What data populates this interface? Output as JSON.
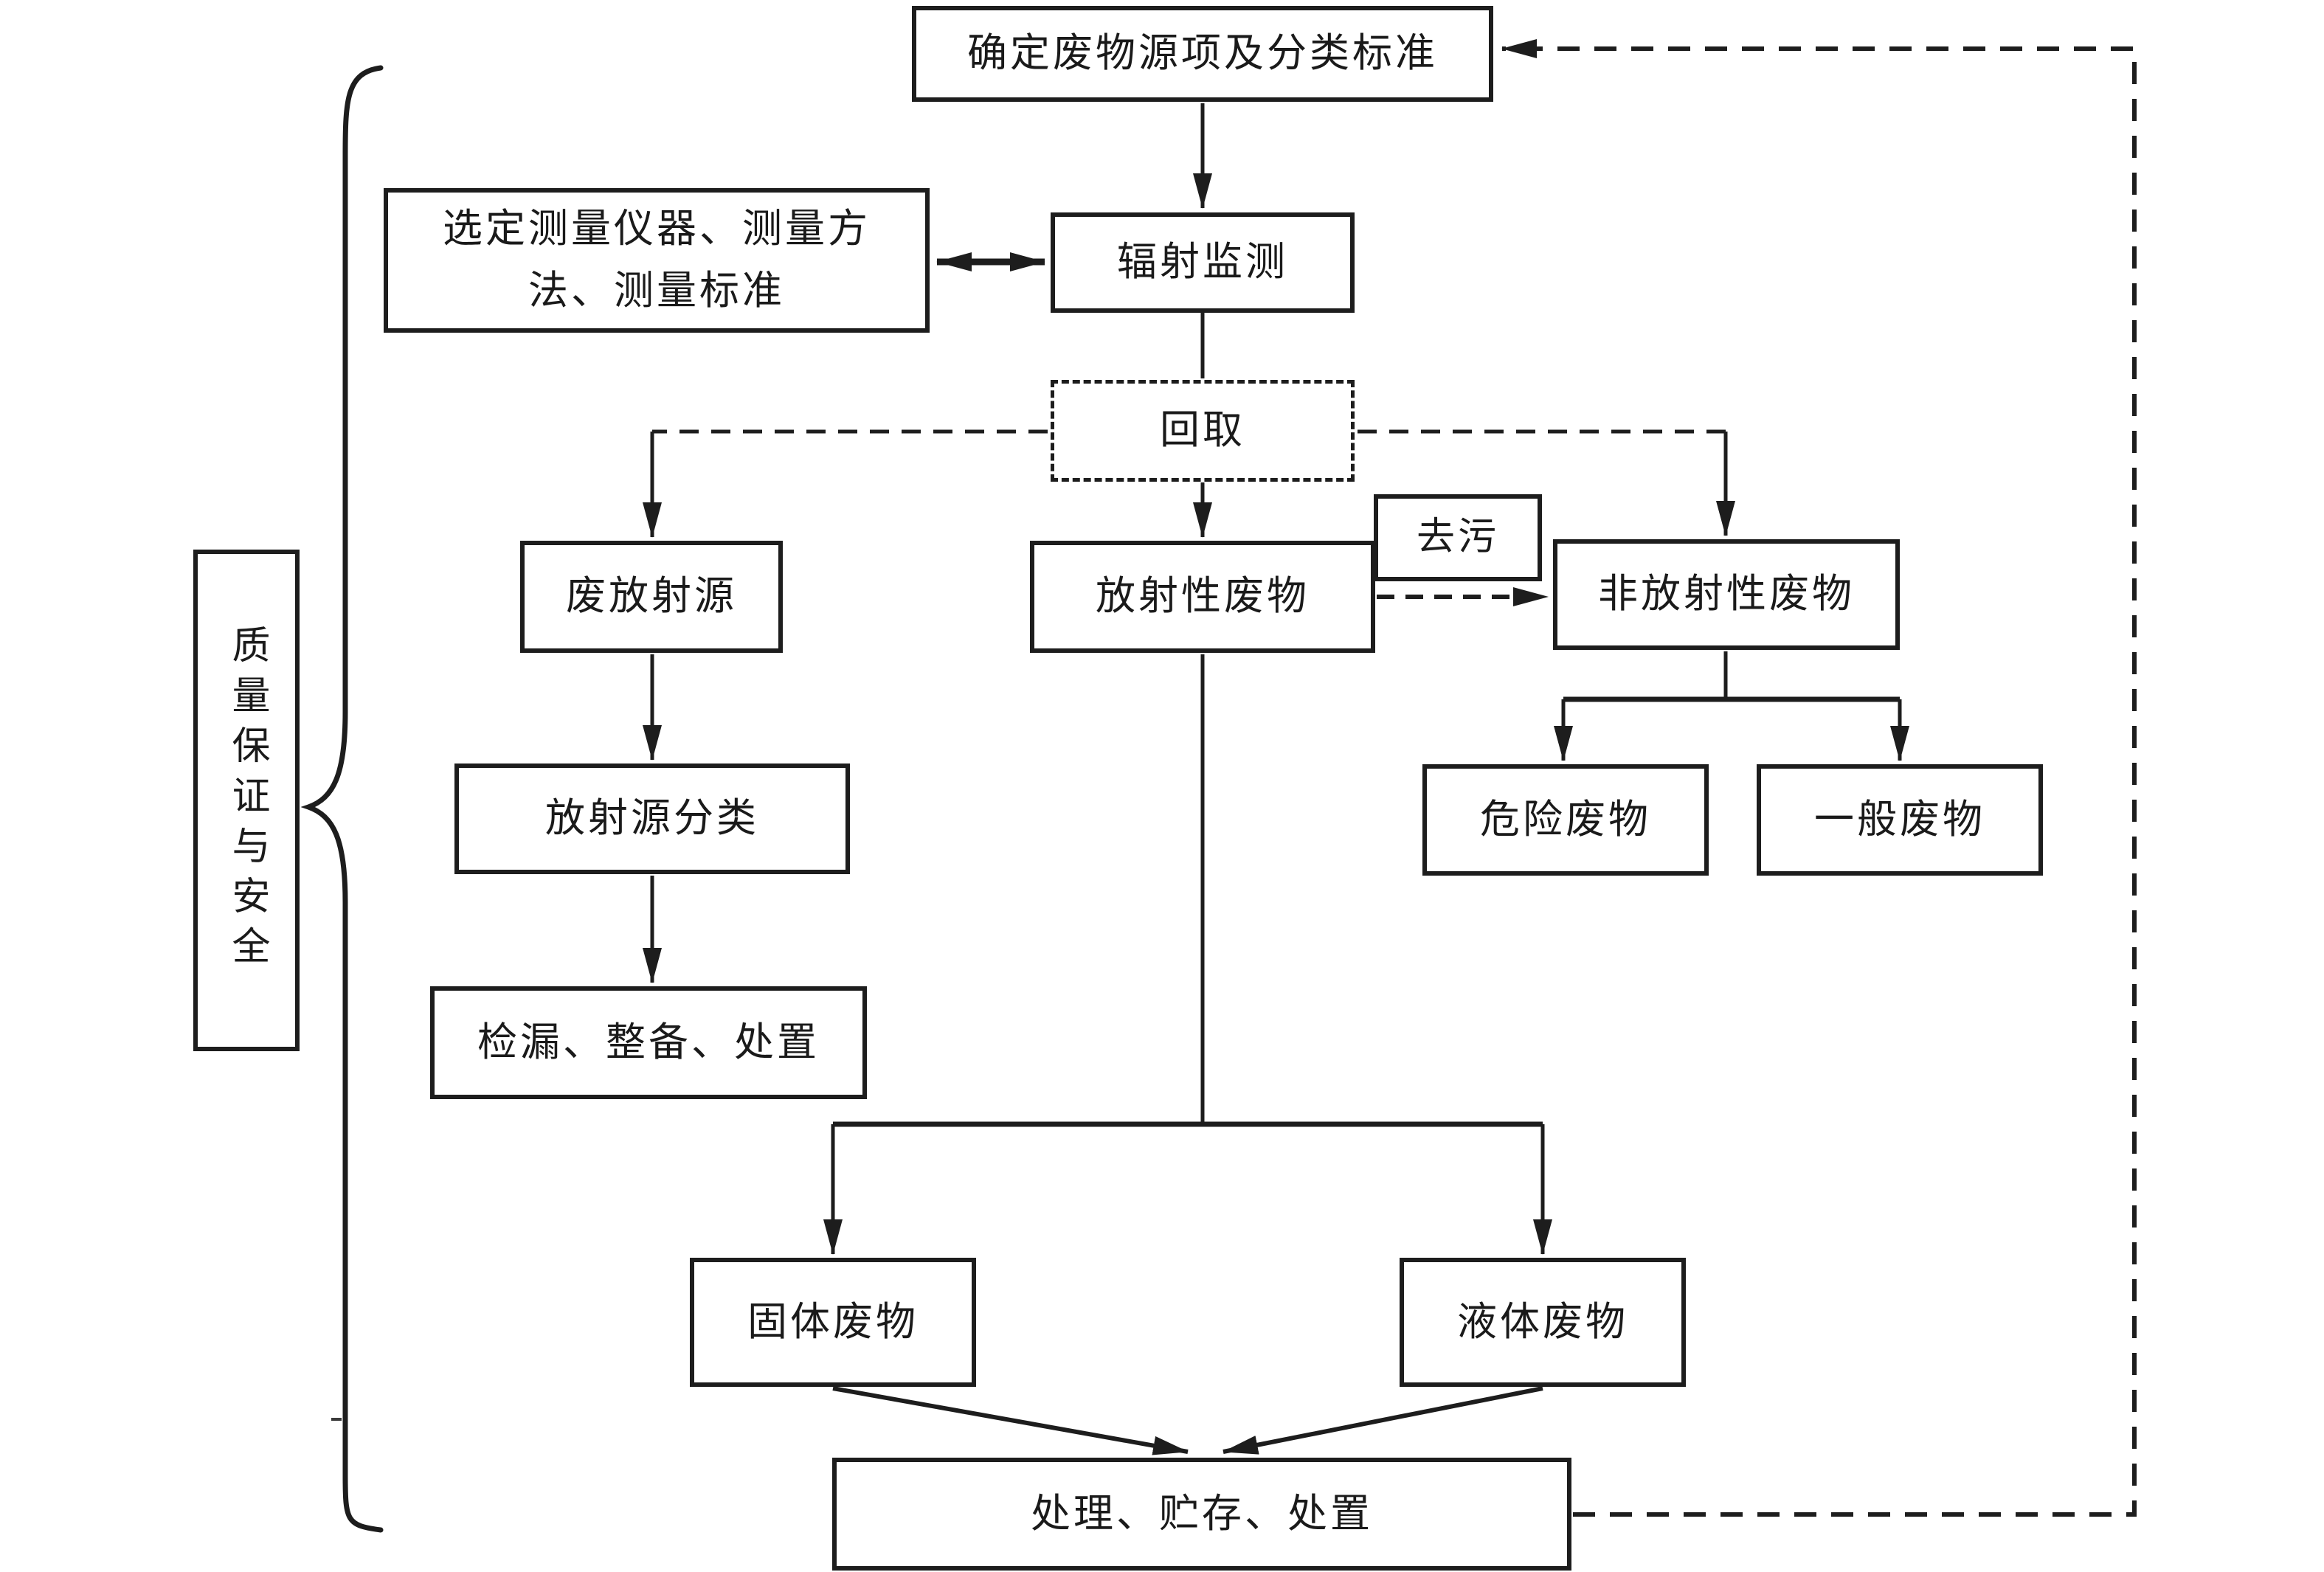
{
  "diagram": {
    "title_hint": "radioactive waste classification flowchart",
    "colors": {
      "line": "#1d1d1d",
      "text": "#1a1a1a",
      "background": "#ffffff"
    },
    "nodes": {
      "determine": {
        "label": "确定废物源项及分类标准"
      },
      "measure": {
        "label_line1": "选定测量仪器、测量方",
        "label_line2": "法、测量标准"
      },
      "monitor": {
        "label": "辐射监测"
      },
      "retrieve": {
        "label": "回取"
      },
      "waste_source": {
        "label": "废放射源"
      },
      "radioactive": {
        "label": "放射性废物"
      },
      "decontamination": {
        "label": "去污"
      },
      "non_radioactive": {
        "label": "非放射性废物"
      },
      "source_class": {
        "label": "放射源分类"
      },
      "hazardous": {
        "label": "危险废物"
      },
      "general": {
        "label": "一般废物"
      },
      "leak_conditioning": {
        "label": "检漏、整备、处置"
      },
      "solid": {
        "label": "固体废物"
      },
      "liquid": {
        "label": "液体废物"
      },
      "treatment": {
        "label": "处理、贮存、处置"
      },
      "qa": {
        "label": "质量保证与安全"
      }
    }
  }
}
